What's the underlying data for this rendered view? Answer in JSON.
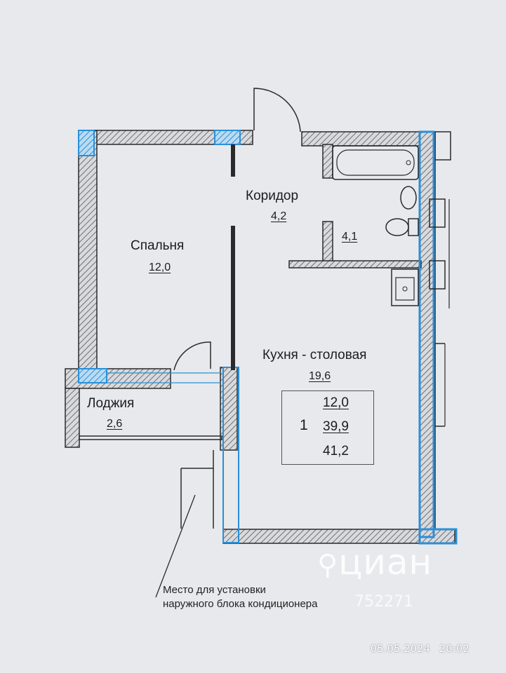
{
  "colors": {
    "background": "#e7e9ec",
    "wall_hatch": "#6d6f73",
    "outline": "#2a2a2c",
    "accent_blue": "#2a8fd8"
  },
  "rooms": {
    "bedroom": {
      "name": "Спальня",
      "area": "12,0"
    },
    "corridor": {
      "name": "Коридор",
      "area": "4,2"
    },
    "bathroom": {
      "area": "4,1"
    },
    "kitchen": {
      "name": "Кухня - столовая",
      "area": "19,6"
    },
    "loggia": {
      "name": "Лоджия",
      "area": "2,6"
    }
  },
  "summary": {
    "rooms_count": "1",
    "living_area": "12,0",
    "total_area": "39,9",
    "total_with_loggia": "41,2"
  },
  "note": {
    "line1": "Место для установки",
    "line2": "наружного блока кондиционера"
  },
  "watermark": {
    "brand": "циан",
    "id": "752271"
  },
  "timestamp": {
    "date": "05.05.2024",
    "time": "20:02"
  }
}
